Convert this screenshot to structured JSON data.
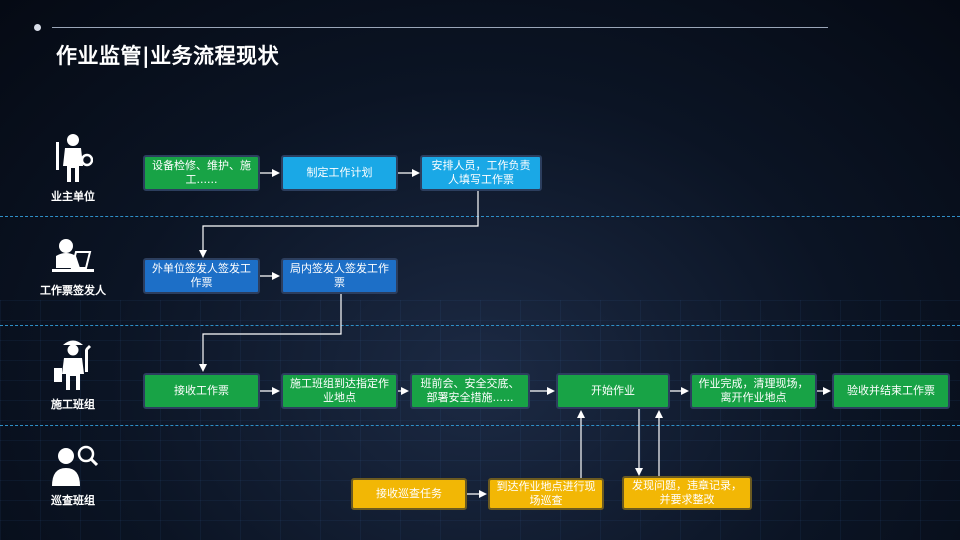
{
  "title": "作业监管|业务流程现状",
  "roles": [
    {
      "label": "业主单位",
      "icon": "worker-with-tools-icon"
    },
    {
      "label": "工作票签发人",
      "icon": "person-at-laptop-icon"
    },
    {
      "label": "施工班组",
      "icon": "worker-with-wrench-icon"
    },
    {
      "label": "巡查班组",
      "icon": "inspector-with-magnifier-icon"
    }
  ],
  "lanes": {
    "owner": [
      {
        "label": "设备检修、维护、施工......",
        "color": "green"
      },
      {
        "label": "制定工作计划",
        "color": "cyan"
      },
      {
        "label": "安排人员，工作负责人填写工作票",
        "color": "cyan"
      }
    ],
    "issuer": [
      {
        "label": "外单位签发人签发工作票",
        "color": "blue"
      },
      {
        "label": "局内签发人签发工作票",
        "color": "blue"
      }
    ],
    "construction": [
      {
        "label": "接收工作票",
        "color": "green"
      },
      {
        "label": "施工班组到达指定作业地点",
        "color": "green"
      },
      {
        "label": "班前会、安全交底、部署安全措施......",
        "color": "green"
      },
      {
        "label": "开始作业",
        "color": "green"
      },
      {
        "label": "作业完成，清理现场，离开作业地点",
        "color": "green"
      },
      {
        "label": "验收并结束工作票",
        "color": "green"
      }
    ],
    "patrol": [
      {
        "label": "接收巡查任务",
        "color": "yellow"
      },
      {
        "label": "到达作业地点进行现场巡查",
        "color": "yellow"
      },
      {
        "label": "发现问题，违章记录，并要求整改",
        "color": "yellow"
      }
    ]
  },
  "colors": {
    "green": "#18a346",
    "cyan": "#1aa8e6",
    "blue": "#1d6fc7",
    "yellow": "#f2b705",
    "lane_separator": "#2f8fc7"
  }
}
